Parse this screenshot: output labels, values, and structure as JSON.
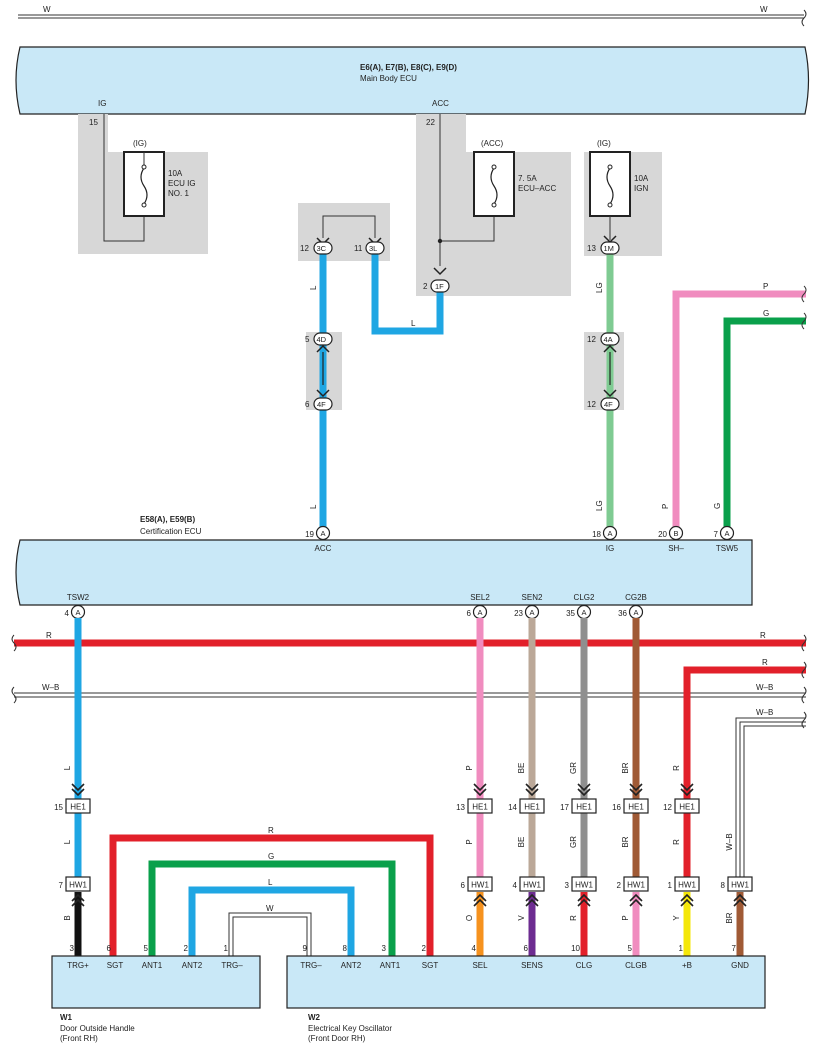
{
  "colors": {
    "L": "#1fa6e3",
    "R": "#e2202a",
    "G": "#0aa04b",
    "LG": "#7fcb92",
    "P": "#f08cbf",
    "BE": "#bba898",
    "GR": "#8f8f8f",
    "BR": "#a05a35",
    "O": "#f6921e",
    "V": "#6d2c91",
    "Y": "#f4e70a",
    "B": "#111111",
    "W": "#ffffff",
    "ecu": "#c9e8f7",
    "shade": "#d7d7d7"
  },
  "top": {
    "wire_left": "W",
    "wire_right": "W"
  },
  "main_ecu": {
    "connectors": "E6(A), E7(B), E8(C), E9(D)",
    "name": "Main Body ECU",
    "pin_ig_name": "IG",
    "pin_ig_num": "15",
    "pin_acc_name": "ACC",
    "pin_acc_num": "22"
  },
  "fuses": [
    {
      "tag": "(IG)",
      "l1": "10A",
      "l2": "ECU IG",
      "l3": "NO. 1"
    },
    {
      "tag": "(ACC)",
      "l1": "7. 5A",
      "l2": "ECU–ACC",
      "l3": ""
    },
    {
      "tag": "(IG)",
      "l1": "10A",
      "l2": "IGN",
      "l3": ""
    }
  ],
  "junctions": {
    "j3c": {
      "code": "3C",
      "pin": "12"
    },
    "j3l": {
      "code": "3L",
      "pin": "11"
    },
    "j1f": {
      "code": "1F",
      "pin": "2"
    },
    "j1m": {
      "code": "1M",
      "pin": "13"
    },
    "j4d": {
      "code": "4D",
      "pin": "5"
    },
    "j4f": {
      "code": "4F",
      "pin": "6"
    },
    "j4a": {
      "code": "4A",
      "pin": "12"
    },
    "j4f2": {
      "code": "4F",
      "pin": "12"
    }
  },
  "wire_labels": {
    "l_a": "L",
    "l_b": "L",
    "l_c": "L",
    "lg_a": "LG",
    "lg_b": "LG",
    "p_in": "P",
    "g_in": "G",
    "p_v": "P",
    "g_v": "G"
  },
  "cert_ecu": {
    "connectors": "E58(A), E59(B)",
    "name": "Certification ECU",
    "top_pins": [
      {
        "num": "19",
        "conn": "A",
        "name": "ACC"
      },
      {
        "num": "18",
        "conn": "A",
        "name": "IG"
      },
      {
        "num": "20",
        "conn": "B",
        "name": "SH–"
      },
      {
        "num": "7",
        "conn": "A",
        "name": "TSW5"
      }
    ],
    "bottom_pins": [
      {
        "num": "4",
        "conn": "A",
        "name": "TSW2"
      },
      {
        "num": "6",
        "conn": "A",
        "name": "SEL2"
      },
      {
        "num": "23",
        "conn": "A",
        "name": "SEN2"
      },
      {
        "num": "35",
        "conn": "A",
        "name": "CLG2"
      },
      {
        "num": "36",
        "conn": "A",
        "name": "CG2B"
      }
    ]
  },
  "buses": {
    "r1_l": "R",
    "r1_r": "R",
    "wb1_l": "W–B",
    "wb1_r": "W–B",
    "r2": "R",
    "wb2": "W–B"
  },
  "columns": [
    {
      "upper": "L",
      "he_pin": "15",
      "mid": "L",
      "hw_pin": "7",
      "lower": "B"
    },
    {
      "upper": "P",
      "he_pin": "13",
      "mid": "P",
      "hw_pin": "6",
      "lower": "O"
    },
    {
      "upper": "BE",
      "he_pin": "14",
      "mid": "BE",
      "hw_pin": "4",
      "lower": "V"
    },
    {
      "upper": "GR",
      "he_pin": "17",
      "mid": "GR",
      "hw_pin": "3",
      "lower": "R"
    },
    {
      "upper": "BR",
      "he_pin": "16",
      "mid": "BR",
      "hw_pin": "2",
      "lower": "P"
    },
    {
      "upper": "R",
      "he_pin": "12",
      "mid": "R",
      "hw_pin": "1",
      "lower": "Y"
    },
    {
      "upper": "",
      "he_pin": "",
      "mid": "W–B",
      "hw_pin": "8",
      "lower": "BR"
    }
  ],
  "he_code": "HE1",
  "hw_code": "HW1",
  "loops": {
    "r": "R",
    "g": "G",
    "l": "L",
    "w": "W"
  },
  "w1": {
    "id": "W1",
    "name": "Door Outside Handle",
    "loc": "(Front RH)",
    "pins": [
      {
        "num": "3",
        "name": "TRG+"
      },
      {
        "num": "6",
        "name": "SGT"
      },
      {
        "num": "5",
        "name": "ANT1"
      },
      {
        "num": "2",
        "name": "ANT2"
      },
      {
        "num": "1",
        "name": "TRG–"
      }
    ]
  },
  "w2": {
    "id": "W2",
    "name": "Electrical Key Oscillator",
    "loc": "(Front Door RH)",
    "pins": [
      {
        "num": "9",
        "name": "TRG–"
      },
      {
        "num": "8",
        "name": "ANT2"
      },
      {
        "num": "3",
        "name": "ANT1"
      },
      {
        "num": "2",
        "name": "SGT"
      },
      {
        "num": "4",
        "name": "SEL"
      },
      {
        "num": "6",
        "name": "SENS"
      },
      {
        "num": "10",
        "name": "CLG"
      },
      {
        "num": "5",
        "name": "CLGB"
      },
      {
        "num": "1",
        "name": "+B"
      },
      {
        "num": "7",
        "name": "GND"
      }
    ]
  }
}
